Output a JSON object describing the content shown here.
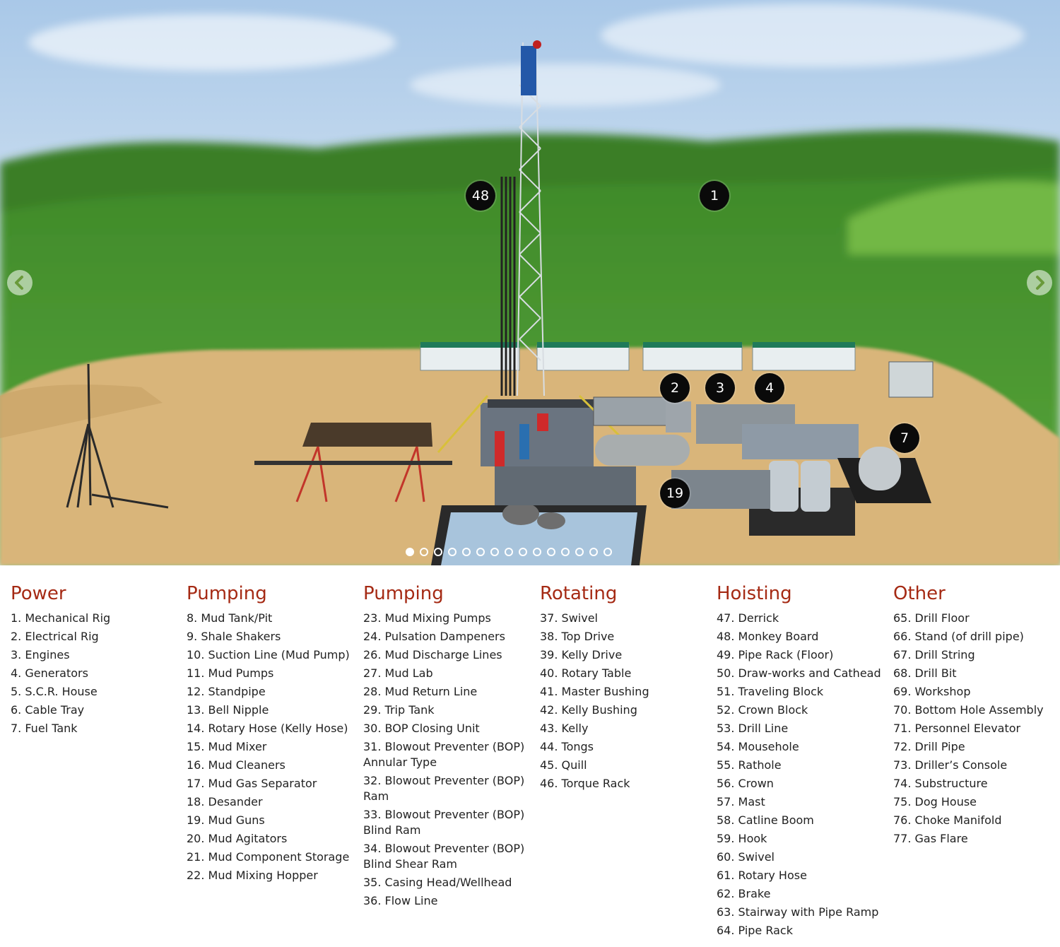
{
  "hotspots": [
    {
      "id": "h48",
      "label": "48"
    },
    {
      "id": "h1",
      "label": "1"
    },
    {
      "id": "h2",
      "label": "2"
    },
    {
      "id": "h3",
      "label": "3"
    },
    {
      "id": "h4",
      "label": "4"
    },
    {
      "id": "h7",
      "label": "7"
    },
    {
      "id": "h19",
      "label": "19"
    }
  ],
  "carousel": {
    "prev_icon": "chevron-left-icon",
    "next_icon": "chevron-right-icon",
    "slide_count": 15,
    "active_index": 0
  },
  "colors": {
    "heading": "#a52a14",
    "text": "#222222",
    "hotspot": "#0a0a0a"
  },
  "legend": [
    {
      "heading": "Power",
      "items": [
        "1. Mechanical Rig",
        "2. Electrical Rig",
        "3. Engines",
        "4. Generators",
        "5. S.C.R. House",
        "6. Cable Tray",
        "7. Fuel Tank"
      ]
    },
    {
      "heading": "Pumping",
      "items": [
        "8. Mud Tank/Pit",
        "9. Shale Shakers",
        "10. Suction Line (Mud Pump)",
        "11. Mud Pumps",
        "12. Standpipe",
        "13. Bell Nipple",
        "14. Rotary Hose (Kelly Hose)",
        "15. Mud Mixer",
        "16. Mud Cleaners",
        "17. Mud Gas Separator",
        "18. Desander",
        "19. Mud Guns",
        "20. Mud Agitators",
        "21. Mud Component Storage",
        "22. Mud Mixing Hopper"
      ]
    },
    {
      "heading": "Pumping",
      "items": [
        "23. Mud Mixing Pumps",
        "24. Pulsation Dampeners",
        "26. Mud Discharge Lines",
        "27. Mud Lab",
        "28. Mud Return Line",
        "29. Trip Tank",
        "30. BOP Closing Unit",
        "31. Blowout Preventer (BOP) Annular Type",
        "32. Blowout Preventer (BOP) Ram",
        "33. Blowout Preventer (BOP) Blind Ram",
        "34. Blowout Preventer (BOP) Blind Shear Ram",
        "35. Casing Head/Wellhead",
        "36. Flow Line"
      ]
    },
    {
      "heading": "Rotating",
      "items": [
        "37. Swivel",
        "38. Top Drive",
        "39. Kelly Drive",
        "40. Rotary Table",
        "41. Master Bushing",
        "42. Kelly Bushing",
        "43. Kelly",
        "44. Tongs",
        "45. Quill",
        "46. Torque Rack"
      ]
    },
    {
      "heading": "Hoisting",
      "items": [
        "47. Derrick",
        "48. Monkey Board",
        "49. Pipe Rack (Floor)",
        "50. Draw-works and Cathead",
        "51. Traveling Block",
        "52. Crown Block",
        "53. Drill Line",
        "54. Mousehole",
        "55. Rathole",
        "56. Crown",
        "57. Mast",
        "58. Catline Boom",
        "59. Hook",
        "60. Swivel",
        "61. Rotary Hose",
        "62. Brake",
        "63. Stairway with Pipe Ramp",
        "64. Pipe Rack"
      ]
    },
    {
      "heading": "Other",
      "items": [
        "65. Drill Floor",
        "66. Stand (of drill pipe)",
        "67. Drill String",
        "68. Drill Bit",
        "69. Workshop",
        "70. Bottom Hole Assembly",
        "71. Personnel Elevator",
        "72. Drill Pipe",
        "73. Driller’s Console",
        "74. Substructure",
        "75. Dog House",
        "76. Choke Manifold",
        "77. Gas Flare"
      ]
    }
  ]
}
